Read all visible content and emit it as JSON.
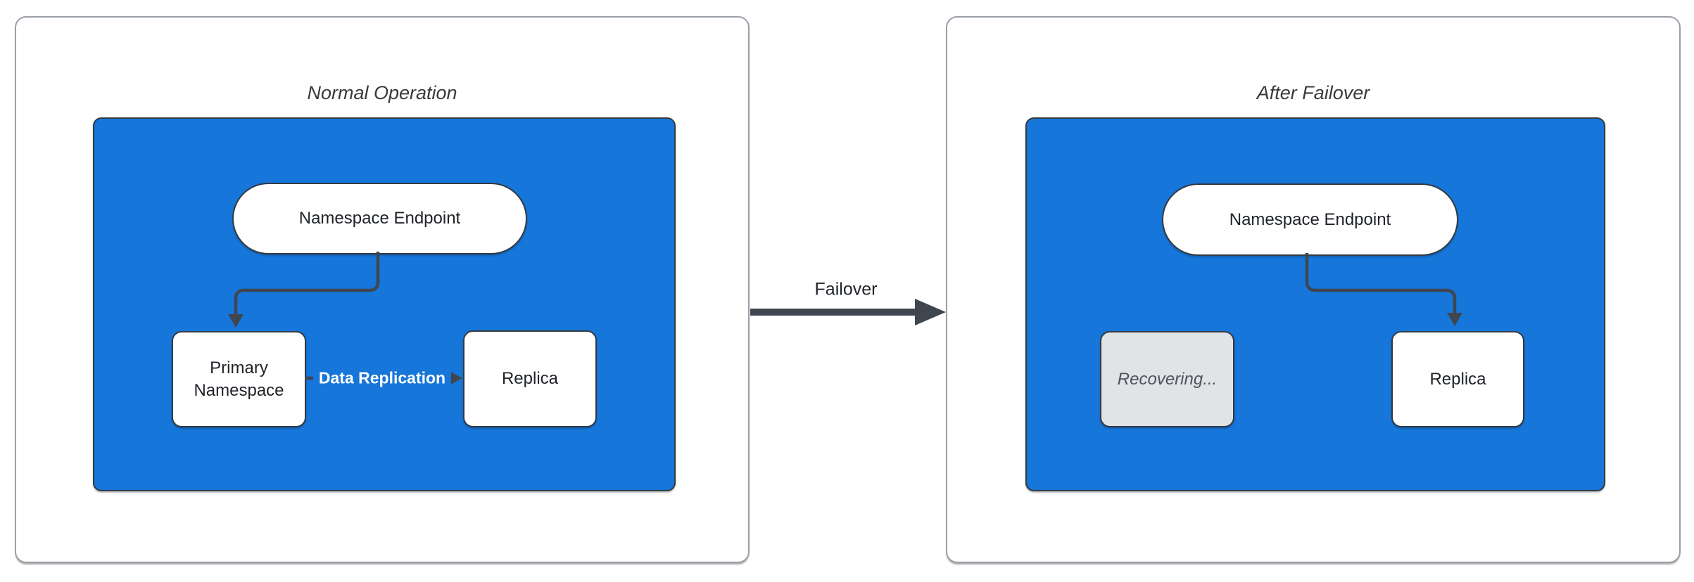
{
  "colors": {
    "cluster-blue": "#1676D9",
    "node-border": "#333A42",
    "arrow": "#3F4650",
    "panel-border": "#9AA0A8",
    "node-text": "#1F2328",
    "title-text": "#3A3A3A",
    "recovering-fill": "#E2E3E6",
    "recovering-text": "#4D535B",
    "edge-label-text": "#FFFFFF"
  },
  "left_panel": {
    "title": "Normal Operation",
    "endpoint_label": "Namespace Endpoint",
    "primary_label": "Primary Namespace",
    "replica_label": "Replica",
    "edge_label": "Data Replication"
  },
  "right_panel": {
    "title": "After Failover",
    "endpoint_label": "Namespace Endpoint",
    "recovering_label": "Recovering...",
    "replica_label": "Replica"
  },
  "transition": {
    "label": "Failover"
  }
}
